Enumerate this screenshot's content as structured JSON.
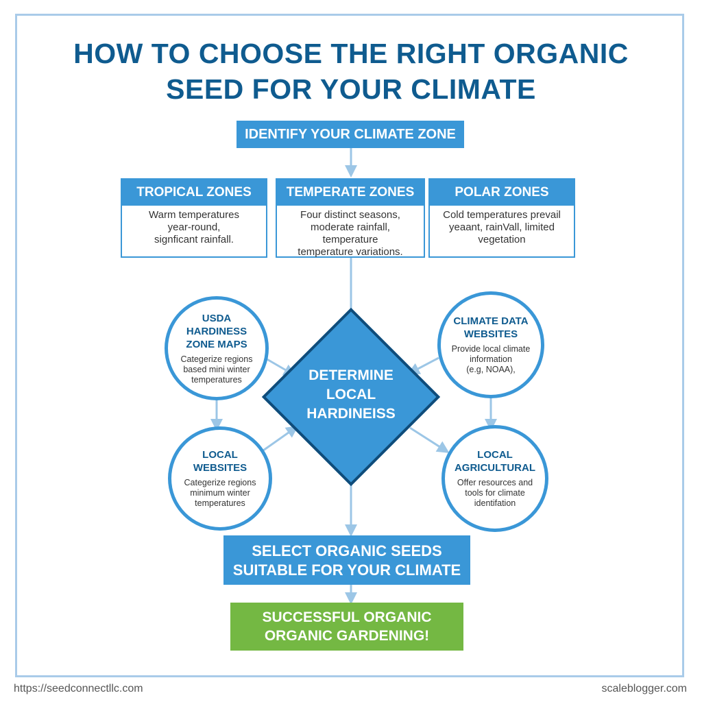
{
  "title": {
    "line1": "HOW TO CHOOSE THE RIGHT ORGANIC",
    "line2": "SEED FOR YOUR CLIMATE"
  },
  "step1": {
    "label": "IDENTIFY YOUR CLIMATE ZONE"
  },
  "zones": [
    {
      "title": "TROPICAL ZONES",
      "lines": [
        "Warm temperatures",
        "year-round,",
        "signficant rainfall."
      ]
    },
    {
      "title": "TEMPERATE ZONES",
      "lines": [
        "Four distinct seasons,",
        "moderate rainfall,",
        "temperature",
        "temperature variations."
      ]
    },
    {
      "title": "POLAR ZONES",
      "lines": [
        "Cold temperatures prevail",
        "yeaant, rainVall, limited",
        "vegetation"
      ]
    }
  ],
  "resources": {
    "usda": {
      "title": [
        "USDA",
        "HARDINESS",
        "ZONE MAPS"
      ],
      "body": [
        "Categerize regions",
        "based mini winter",
        "temperatures"
      ]
    },
    "climate": {
      "title": [
        "CLIMATE DATA",
        "WEBSITES"
      ],
      "body": [
        "Provide local climate",
        "information",
        "(e.g, NOAA),"
      ]
    },
    "local_web": {
      "title": [
        "LOCAL",
        "WEBSITES"
      ],
      "body": [
        "Categerize regions",
        "minimum winter",
        "temperatures"
      ]
    },
    "local_ag": {
      "title": [
        "LOCAL",
        "AGRICULTURAL"
      ],
      "body": [
        "Offer resources and",
        "tools for climate",
        "identifation"
      ]
    }
  },
  "diamond": {
    "lines": [
      "DETERMINE",
      "LOCAL",
      "HARDINEISS"
    ]
  },
  "select": {
    "lines": [
      "SELECT ORGANIC SEEDS",
      "SUITABLE FOR YOUR CLIMATE"
    ]
  },
  "success": {
    "lines": [
      "SUCCESSFUL ORGANIC",
      "ORGANIC GARDENING!"
    ]
  },
  "footer": {
    "left": "https://seedconnectllc.com",
    "right": "scaleblogger.com"
  },
  "colors": {
    "primary": "#3a97d7",
    "title": "#0f5b8f",
    "diamond_border": "#0f4c7a",
    "success": "#74b843",
    "connector": "#9cc6e6"
  }
}
